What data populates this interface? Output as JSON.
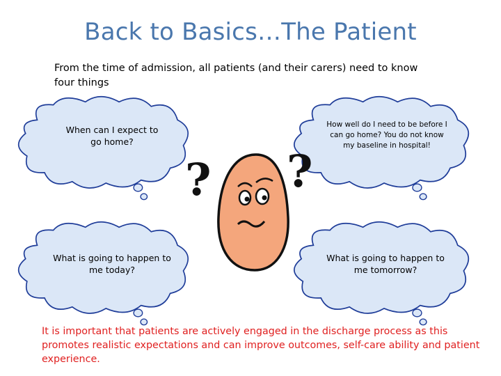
{
  "slide": {
    "title": "Back to Basics…The Patient",
    "intro": "From the time of admission, all patients (and their carers) need to know four things",
    "clouds": {
      "top_left": "When can I expect to go home?",
      "top_right": "How well do I need to be before I can go home? You do not know my baseline in hospital!",
      "bottom_left": "What is going to happen to me today?",
      "bottom_right": "What is going to happen to me tomorrow?"
    },
    "footer": "It is important that patients are actively engaged in the discharge process as this promotes realistic expectations and can improve outcomes, self-care ability and patient experience."
  },
  "colors": {
    "title": "#4a77ad",
    "cloud_fill": "#dbe7f7",
    "cloud_stroke": "#1f3d99",
    "face": "#f4a67c",
    "footer": "#e02020"
  },
  "icons": [
    "thought-cloud-icon",
    "worried-face-icon",
    "question-mark-icon"
  ]
}
